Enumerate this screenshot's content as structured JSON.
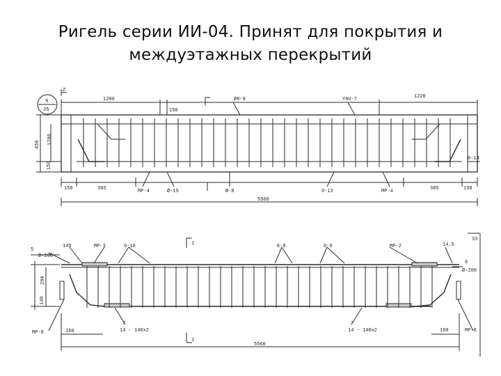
{
  "slide": {
    "title_line1": "Ригель серии ИИ-04. Принят для покрытия и",
    "title_line2": "междуэтажных перекрытий"
  },
  "drawing": {
    "line_color": "#2a2a2a",
    "upper": {
      "marker_top": "9",
      "marker_bottom": "35",
      "section_mark": "Z",
      "dim_top_left": "1200",
      "dim_small": "150",
      "dim_top_right": "1220",
      "label_top1": "Ø8-9",
      "label_top2": "Y0U-7",
      "dim_height_total": "450",
      "dim_height_upper": "1200",
      "dim_height_lower": "150",
      "label_right": "0-14",
      "dim_bottom_left1": "150",
      "dim_bottom_left2": "385",
      "label_mp4": "MP-4",
      "label_015": "Ø-15",
      "label_08": "Ø-8",
      "label_013": "0-13",
      "label_mp4b": "MP-4",
      "dim_bottom_right1": "385",
      "dim_bottom_right2": "150",
      "dim_total": "5560"
    },
    "lower": {
      "label_5": "5",
      "label_200": "Ø-200",
      "label_145": "145",
      "label_mp3": "MP-3",
      "label_016": "0-16",
      "label_section": "1",
      "label_k8": "K-8",
      "label_09": "0-9",
      "label_mp2": "MP-2",
      "label_14": "14.5",
      "label_33": "33",
      "label_left_v1": "290",
      "label_left_v2": "140",
      "label_right1": "6",
      "label_right2": "Ø-200",
      "label_mp8_left": "MP-8",
      "label_160_left": "160",
      "label_frac_left": "7",
      "label_frac_left2": "14 - 140x2",
      "label_frac_right": "7",
      "label_frac_right2": "14 - 140x2",
      "label_160_right": "160",
      "label_mp8_right": "MP-8",
      "label_section2": "1",
      "dim_total": "5560"
    }
  }
}
